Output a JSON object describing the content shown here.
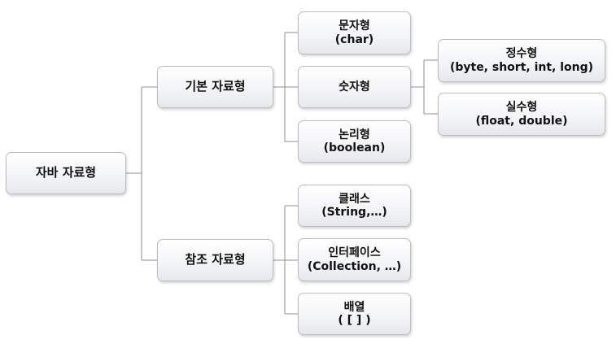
{
  "root": {
    "label": "자바 자료형"
  },
  "primitive": {
    "label": "기본 자료형",
    "children": [
      {
        "line1": "문자형",
        "line2": "(char)"
      },
      {
        "line1": "숫자형"
      },
      {
        "line1": "논리형",
        "line2": "(boolean)"
      }
    ],
    "numeric_children": [
      {
        "line1": "정수형",
        "line2": "(byte, short, int, long)"
      },
      {
        "line1": "실수형",
        "line2": "(float, double)"
      }
    ]
  },
  "reference": {
    "label": "참조 자료형",
    "children": [
      {
        "line1": "클래스",
        "line2": "(String,…)"
      },
      {
        "line1": "인터페이스",
        "line2": "(Collection, …)"
      },
      {
        "line1": "배열",
        "line2": "( [ ] )"
      }
    ]
  }
}
